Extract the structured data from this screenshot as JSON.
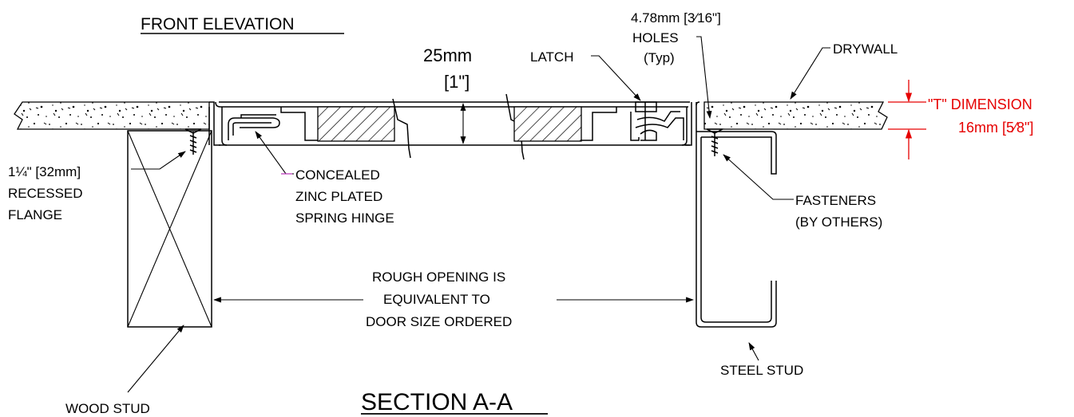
{
  "colors": {
    "line": "#000000",
    "dimension": "#e60000",
    "background": "#ffffff"
  },
  "labels": {
    "front_elevation": "FRONT ELEVATION",
    "section": "SECTION A-A",
    "thickness": "25mm",
    "thickness_in": "[1\"]",
    "latch": "LATCH",
    "holes_size": "4.78mm [3⁄16\"]",
    "holes": "HOLES",
    "holes_typ": "(Typ)",
    "drywall": "DRYWALL",
    "t_dimension": "\"T\" DIMENSION",
    "t_value": "16mm [5⁄8\"]",
    "flange_size": "1¼\" [32mm]",
    "flange_1": "RECESSED",
    "flange_2": "FLANGE",
    "hinge_1": "CONCEALED",
    "hinge_2": "ZINC PLATED",
    "hinge_3": "SPRING HINGE",
    "fasteners_1": "FASTENERS",
    "fasteners_2": "(BY OTHERS)",
    "rough_1": "ROUGH OPENING IS",
    "rough_2": "EQUIVALENT TO",
    "rough_3": "DOOR SIZE ORDERED",
    "steel_stud": "STEEL STUD",
    "wood_stud": "WOOD STUD"
  }
}
